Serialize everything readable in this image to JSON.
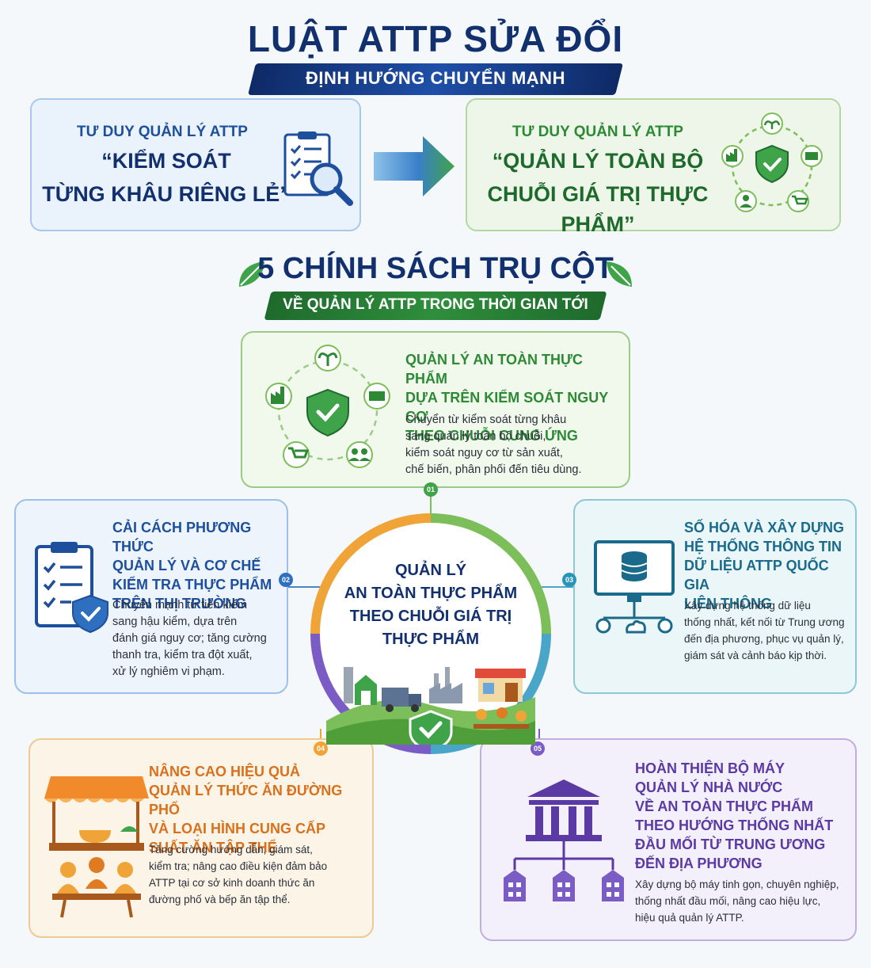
{
  "header": {
    "title": "LUẬT ATTP SỬA ĐỔI",
    "subtitle": "ĐỊNH HƯỚNG CHUYỂN MẠNH"
  },
  "comparison": {
    "left": {
      "label": "TƯ DUY QUẢN LÝ ATTP",
      "line1": "“KIỂM SOÁT",
      "line2": "TỪNG KHÂU RIÊNG LẺ”"
    },
    "right": {
      "label": "TƯ DUY QUẢN LÝ ATTP",
      "line1": "“QUẢN LÝ TOÀN BỘ",
      "line2": "CHUỖI GIÁ TRỊ THỰC PHẨM”"
    }
  },
  "section": {
    "title": "5 CHÍNH SÁCH TRỤ CỘT",
    "subtitle": "VỀ QUẢN LÝ ATTP TRONG THỜI GIAN TỚI"
  },
  "center": {
    "lines": [
      "QUẢN LÝ",
      "AN TOÀN THỰC PHẨM",
      "THEO CHUỖI GIÁ TRỊ",
      "THỰC PHẨM"
    ]
  },
  "policies": [
    {
      "num": "01",
      "title": [
        "QUẢN LÝ AN TOÀN THỰC PHẨM",
        "DỰA TRÊN KIỂM SOÁT NGUY CƠ",
        "THEO CHUỖI CUNG ỨNG"
      ],
      "body": [
        "Chuyển từ kiểm soát từng khâu",
        "sang quản lý toàn bộ chuỗi,",
        "kiểm soát nguy cơ từ sản xuất,",
        "chế biến, phân phối đến tiêu dùng."
      ],
      "color": "#2d8a34"
    },
    {
      "num": "02",
      "title": [
        "CẢI CÁCH PHƯƠNG THỨC",
        "QUẢN LÝ VÀ CƠ CHẾ",
        "KIỂM TRA THỰC PHẨM",
        "TRÊN THỊ TRƯỜNG"
      ],
      "body": [
        "Chuyển mạnh từ tiền kiểm",
        "sang hậu kiểm, dựa trên",
        "đánh giá nguy cơ; tăng cường",
        "thanh tra, kiểm tra đột xuất,",
        "xử lý nghiêm vi phạm."
      ],
      "color": "#1d4f9c"
    },
    {
      "num": "03",
      "title": [
        "SỐ HÓA VÀ XÂY DỰNG",
        "HỆ THỐNG THÔNG TIN",
        "DỮ LIỆU ATTP QUỐC GIA",
        "LIÊN THÔNG"
      ],
      "body": [
        "Xây dựng hệ thống dữ liệu",
        "thống nhất, kết nối từ Trung ương",
        "đến địa phương, phục vụ quản lý,",
        "giám sát và cảnh báo kịp thời."
      ],
      "color": "#1a6a8c"
    },
    {
      "num": "04",
      "title": [
        "NÂNG CAO HIỆU QUẢ",
        "QUẢN LÝ THỨC ĂN ĐƯỜNG PHỐ",
        "VÀ LOẠI HÌNH CUNG CẤP",
        "SUẤT ĂN TẬP THỂ"
      ],
      "body": [
        "Tăng cường hướng dẫn, giám sát,",
        "kiểm tra; nâng cao điều kiện đảm bảo",
        "ATTP tại cơ sở kinh doanh thức ăn",
        "đường phố và bếp ăn tập thể."
      ],
      "color": "#d9711c"
    },
    {
      "num": "05",
      "title": [
        "HOÀN THIỆN BỘ MÁY",
        "QUẢN LÝ NHÀ NƯỚC",
        "VỀ AN TOÀN THỰC PHẨM",
        "THEO HƯỚNG THỐNG NHẤT",
        "ĐẦU MỐI TỪ TRUNG ƯƠNG",
        "ĐẾN ĐỊA PHƯƠNG"
      ],
      "body": [
        "Xây dựng bộ máy tinh gọn, chuyên nghiệp,",
        "thống nhất đầu mối, nâng cao hiệu lực,",
        "hiệu quả quản lý ATTP."
      ],
      "color": "#5b3aa3"
    }
  ],
  "icons": {
    "checklist": "checklist-magnifier-icon",
    "chain": "value-chain-cycle-icon",
    "shield": "shield-check-icon",
    "monitor": "database-monitor-icon",
    "clipboard": "clipboard-shield-icon",
    "food-stall": "food-stall-icon",
    "government": "government-building-icon",
    "leaf": "leaf-icon",
    "arrow": "arrow-right-icon"
  },
  "colors": {
    "navy": "#12306e",
    "green": "#2d8a34",
    "blue": "#1d4f9c",
    "teal": "#1a6a8c",
    "orange": "#d9711c",
    "purple": "#5b3aa3"
  }
}
